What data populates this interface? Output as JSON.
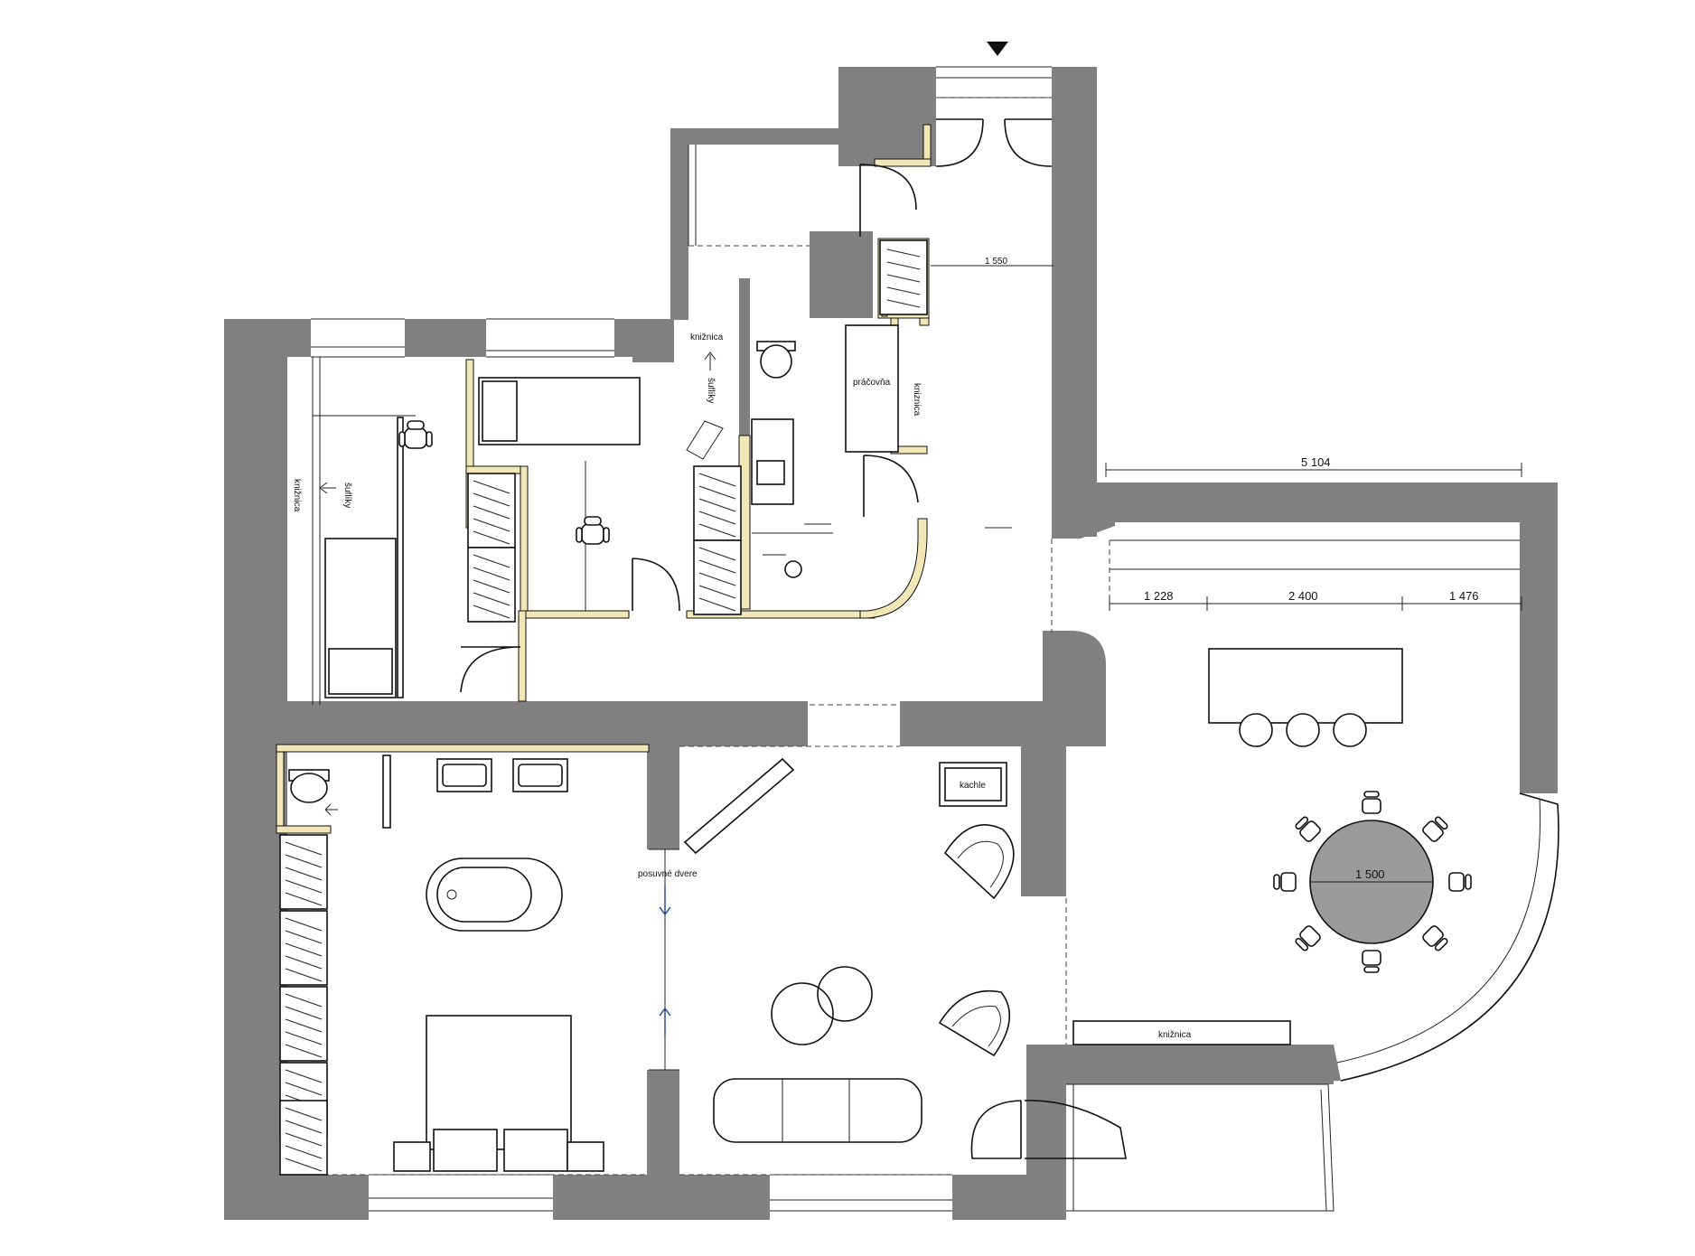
{
  "colors": {
    "wall": "#808080",
    "partition": "#f3e7b8",
    "table_fill": "#9a9a9a",
    "arrow_blue": "#3b5998"
  },
  "labels": {
    "kniznica_top": "knižnica",
    "tufiky_top": "šuflíky",
    "pracovna": "práčovňa",
    "kniznica_left": "knižnica",
    "tufiky_left": "šuflíky",
    "kachle": "kachle",
    "posuvne_dvere": "posuvné dvere",
    "kniznica_bottom": "knižnica",
    "vertical_small": "kniznica"
  },
  "dimensions": {
    "d1550": "1 550",
    "d5104": "5 104",
    "d1228": "1 228",
    "d2400": "2 400",
    "d1476": "1 476",
    "d1500": "1 500"
  },
  "icons": [
    "entrance-arrow-icon",
    "toilet-icon",
    "sink-icon",
    "bathtub-icon",
    "bed-icon",
    "chair-icon",
    "sofa-icon",
    "armchair-icon",
    "dining-table-icon",
    "wardrobe-icon"
  ]
}
